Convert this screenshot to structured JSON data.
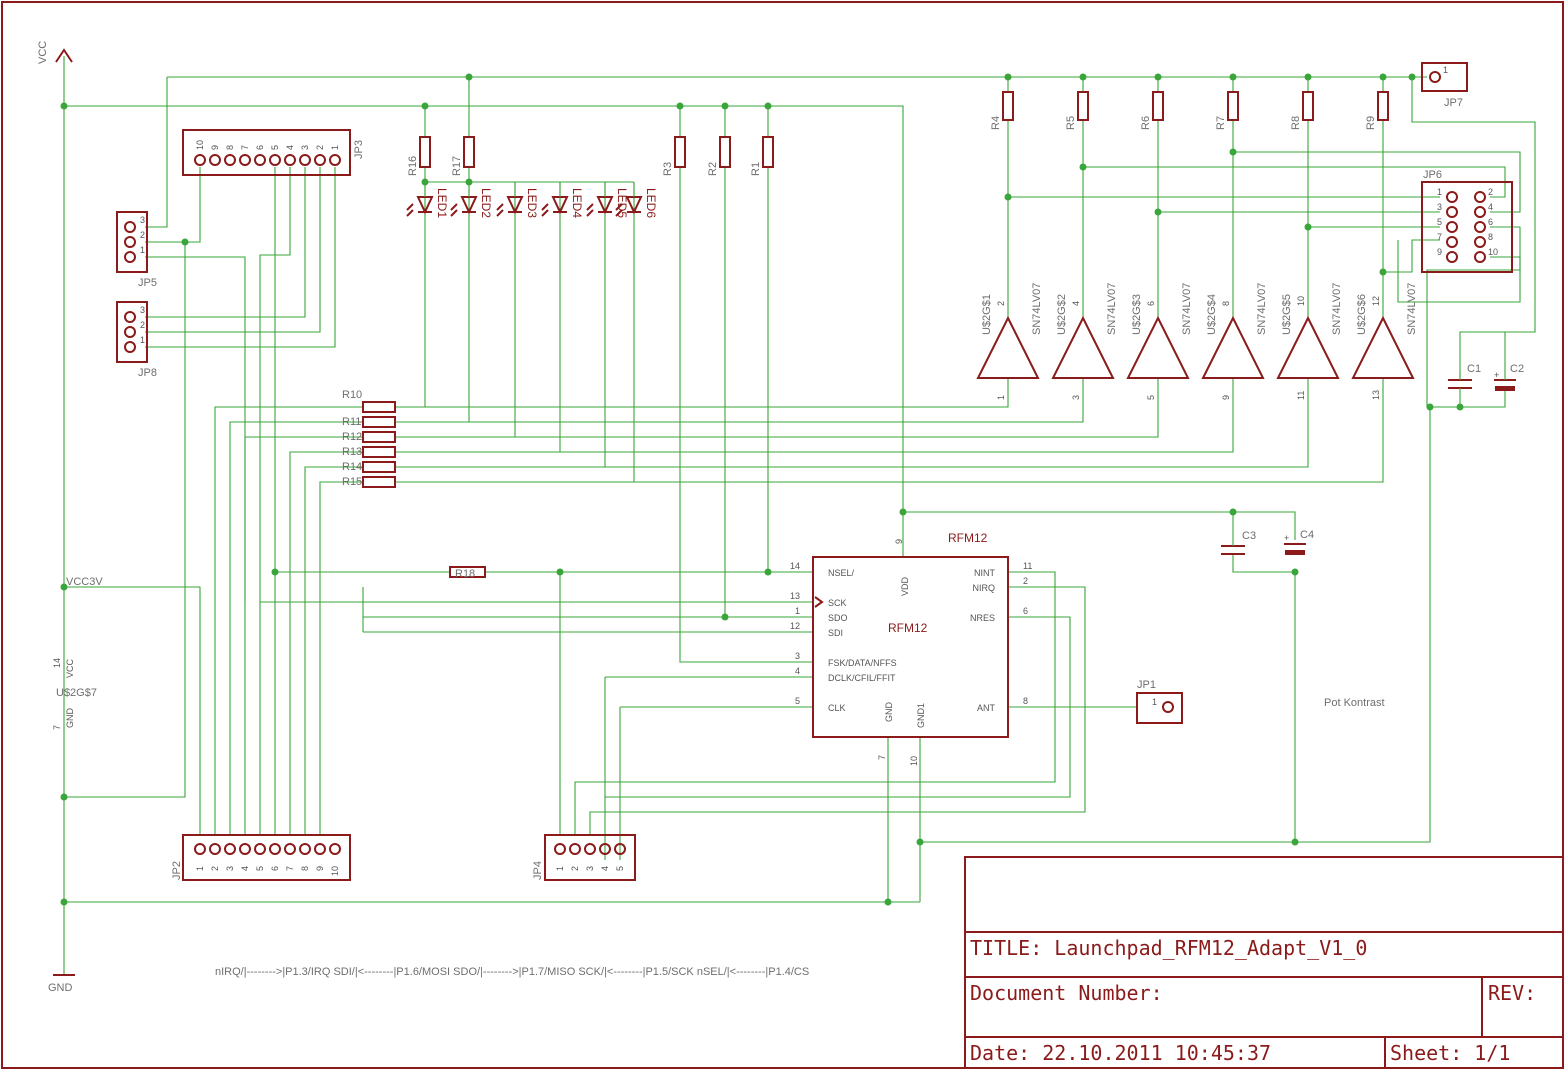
{
  "title_block": {
    "title": "TITLE:  Launchpad_RFM12_Adapt_V1_0",
    "document_number": "Document Number:",
    "rev": "REV:",
    "date": "Date: 22.10.2011  10:45:37",
    "sheet": "Sheet: 1/1"
  },
  "supply": {
    "vcc": "VCC",
    "gnd": "GND",
    "vcc3v": "VCC3V",
    "gate_power_name": "U$2G$7",
    "power_pin_vcc": "14",
    "power_pin_vcc_label": "VCC",
    "power_pin_gnd": "7",
    "power_pin_gnd_label": "GND"
  },
  "connectors": {
    "jp1": {
      "name": "JP1",
      "pin": "1"
    },
    "jp2": {
      "name": "JP2",
      "pins": [
        "1",
        "2",
        "3",
        "4",
        "5",
        "6",
        "7",
        "8",
        "9",
        "10"
      ]
    },
    "jp3": {
      "name": "JP3",
      "pins": [
        "10",
        "9",
        "8",
        "7",
        "6",
        "5",
        "4",
        "3",
        "2",
        "1"
      ]
    },
    "jp4": {
      "name": "JP4",
      "pins": [
        "1",
        "2",
        "3",
        "4",
        "5"
      ]
    },
    "jp5": {
      "name": "JP5",
      "pins": [
        "3",
        "2",
        "1"
      ]
    },
    "jp6": {
      "name": "JP6",
      "left_pins": [
        "1",
        "3",
        "5",
        "7",
        "9"
      ],
      "right_pins": [
        "2",
        "4",
        "6",
        "8",
        "10"
      ]
    },
    "jp7": {
      "name": "JP7",
      "pin": "1"
    },
    "jp8": {
      "name": "JP8",
      "pins": [
        "3",
        "2",
        "1"
      ]
    }
  },
  "resistors_top": [
    {
      "name": "R4"
    },
    {
      "name": "R5"
    },
    {
      "name": "R6"
    },
    {
      "name": "R7"
    },
    {
      "name": "R8"
    },
    {
      "name": "R9"
    }
  ],
  "resistors_mid": [
    {
      "name": "R16"
    },
    {
      "name": "R17"
    },
    {
      "name": "R3"
    },
    {
      "name": "R2"
    },
    {
      "name": "R1"
    }
  ],
  "resistors_bank": [
    "R10",
    "R11",
    "R12",
    "R13",
    "R14",
    "R15"
  ],
  "resistor_r18": "R18",
  "leds": [
    "LED1",
    "LED2",
    "LED3",
    "LED4",
    "LED5",
    "LED6"
  ],
  "buffers": [
    {
      "name": "U$2G$1",
      "part": "SN74LV07",
      "in": "2",
      "out": "1"
    },
    {
      "name": "U$2G$2",
      "part": "SN74LV07",
      "in": "4",
      "out": "3"
    },
    {
      "name": "U$2G$3",
      "part": "SN74LV07",
      "in": "6",
      "out": "5"
    },
    {
      "name": "U$2G$4",
      "part": "SN74LV07",
      "in": "8",
      "out": "9"
    },
    {
      "name": "U$2G$5",
      "part": "SN74LV07",
      "in": "10",
      "out": "11"
    },
    {
      "name": "U$2G$6",
      "part": "SN74LV07",
      "in": "12",
      "out": "13"
    }
  ],
  "capacitors": [
    "C1",
    "C2",
    "C3",
    "C4"
  ],
  "pot_label": "Pot Kontrast",
  "rfm12": {
    "name": "RFM12",
    "value": "RFM12",
    "left_pins": [
      {
        "num": "14",
        "name": "NSEL/"
      },
      {
        "num": "13",
        "name": "SCK"
      },
      {
        "num": "1",
        "name": "SDO"
      },
      {
        "num": "12",
        "name": "SDI"
      },
      {
        "num": "3",
        "name": "FSK/DATA/NFFS"
      },
      {
        "num": "4",
        "name": "DCLK/CFIL/FFIT"
      },
      {
        "num": "5",
        "name": "CLK"
      }
    ],
    "right_pins": [
      {
        "num": "11",
        "name": "NINT"
      },
      {
        "num": "2",
        "name": "NIRQ"
      },
      {
        "num": "6",
        "name": "NRES"
      },
      {
        "num": "8",
        "name": "ANT"
      }
    ],
    "top_pin": {
      "num": "9",
      "name": "VDD"
    },
    "bottom_pins": [
      {
        "num": "7",
        "name": "GND"
      },
      {
        "num": "10",
        "name": "GND1"
      }
    ]
  },
  "note": "nIRQ/|-------->|P1.3/IRQ SDI/|<--------|P1.6/MOSI SDO/|-------->|P1.7/MISO SCK/|<--------|P1.5/SCK nSEL/|<--------|P1.4/CS"
}
